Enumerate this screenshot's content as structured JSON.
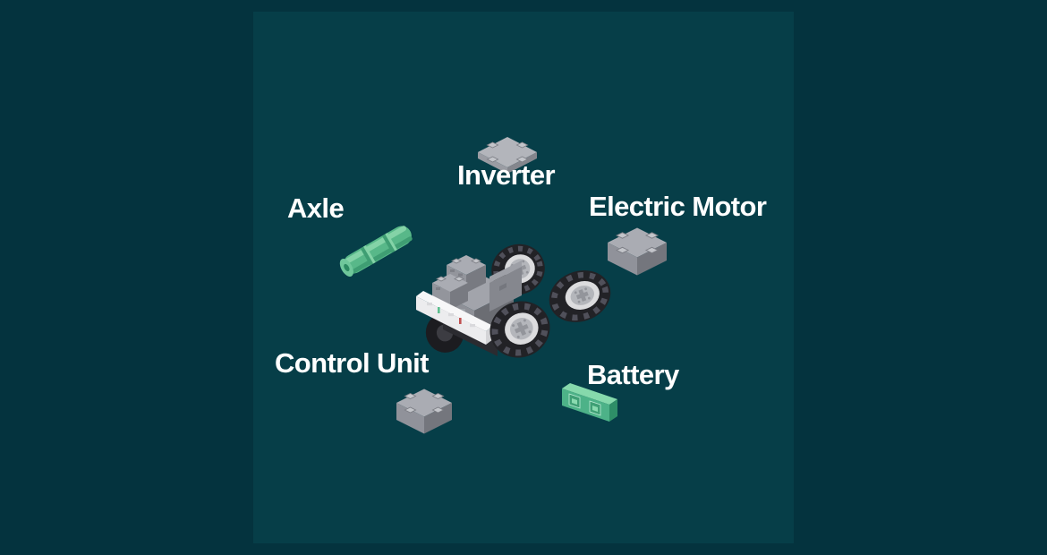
{
  "scene": {
    "outer_bg": "#04333e",
    "panel_bg": "#063e48",
    "label_color": "#ffffff",
    "part_green": "#4db288",
    "brick_gray_top": "#aaacb3",
    "brick_gray_left": "#90929a",
    "brick_gray_right": "#77797f",
    "tire_black": "#222226",
    "rim_gray": "#dcdcde",
    "plate_white": "#ececee"
  },
  "labels": {
    "inverter": "Inverter",
    "axle": "Axle",
    "electric_motor": "Electric Motor",
    "control_unit": "Control Unit",
    "battery": "Battery"
  }
}
